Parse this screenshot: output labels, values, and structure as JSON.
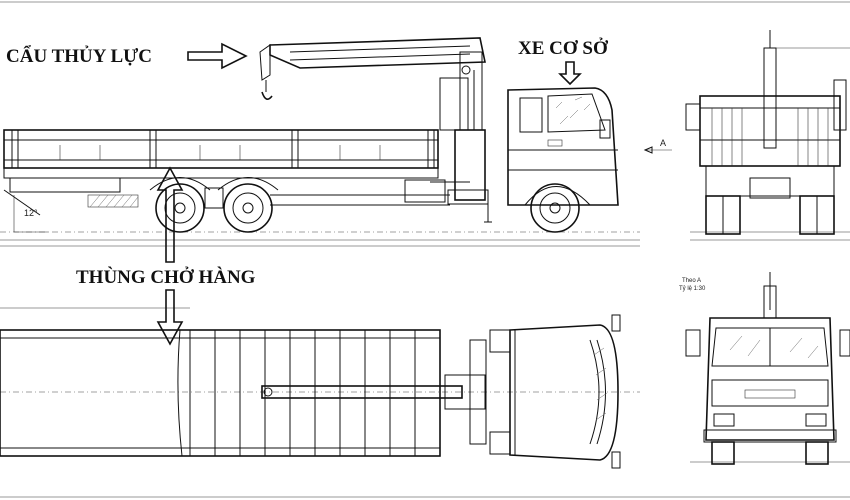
{
  "labels": {
    "crane": "CẨU THỦY LỰC",
    "chassis": "XE CƠ SỞ",
    "cargo_box": "THÙNG CHỞ HÀNG"
  },
  "annotations": {
    "view_direction": "A",
    "angle": "12°",
    "view_title": "Theo A",
    "view_scale": "Tỷ lệ 1:30"
  }
}
